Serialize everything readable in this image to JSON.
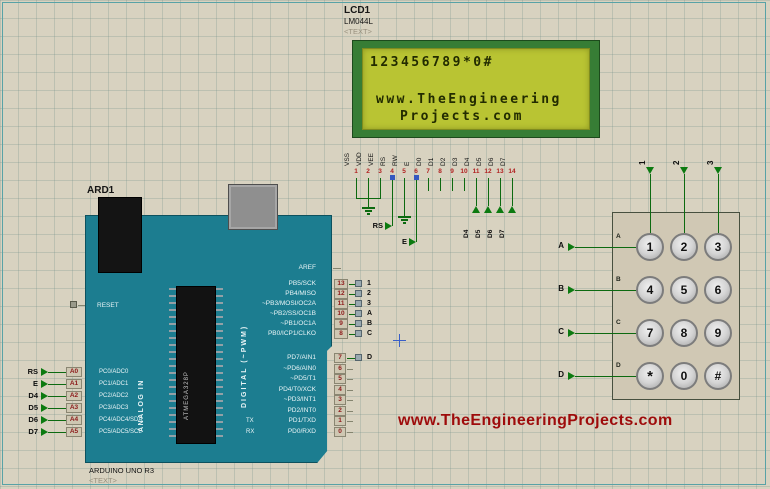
{
  "watermark": "www.TheEngineeringProjects.com",
  "lcd": {
    "ref": "LCD1",
    "part": "LM044L",
    "placeholder": "<TEXT>",
    "screen": {
      "line1": "123456789*0#",
      "line2": "www.TheEngineering",
      "line3": "Projects.com"
    },
    "net_labels": {
      "rs": "RS",
      "e": "E",
      "d4": "D4",
      "d5": "D5",
      "d6": "D6",
      "d7": "D7"
    },
    "pins": [
      {
        "num": "1",
        "name": "VSS"
      },
      {
        "num": "2",
        "name": "VDD"
      },
      {
        "num": "3",
        "name": "VEE"
      },
      {
        "num": "4",
        "name": "RS"
      },
      {
        "num": "5",
        "name": "RW"
      },
      {
        "num": "6",
        "name": "E"
      },
      {
        "num": "7",
        "name": "D0"
      },
      {
        "num": "8",
        "name": "D1"
      },
      {
        "num": "9",
        "name": "D2"
      },
      {
        "num": "10",
        "name": "D3"
      },
      {
        "num": "11",
        "name": "D4"
      },
      {
        "num": "12",
        "name": "D5"
      },
      {
        "num": "13",
        "name": "D6"
      },
      {
        "num": "14",
        "name": "D7"
      }
    ]
  },
  "arduino": {
    "ref": "ARD1",
    "board_name": "ARDUINO UNO R3",
    "placeholder": "<TEXT>",
    "chip": "ATMEGA328P",
    "reset": "RESET",
    "aref": "AREF",
    "analog_section": "ANALOG IN",
    "digital_section": "DIGITAL (~PWM)",
    "tx": "TX",
    "rx": "RX",
    "digital_pins_upper": [
      {
        "num": "13",
        "label": "PB5/SCK",
        "term": "1"
      },
      {
        "num": "12",
        "label": "PB4/MISO",
        "term": "2"
      },
      {
        "num": "11",
        "label": "~PB3/MOSI/OC2A",
        "term": "3"
      },
      {
        "num": "10",
        "label": "~PB2/SS/OC1B",
        "term": "A"
      },
      {
        "num": "9",
        "label": "~PB1/OC1A",
        "term": "B"
      },
      {
        "num": "8",
        "label": "PB0/ICP1/CLKO",
        "term": "C"
      }
    ],
    "digital_pins_lower": [
      {
        "num": "7",
        "label": "PD7/AIN1",
        "term": "D"
      },
      {
        "num": "6",
        "label": "~PD6/AIN0"
      },
      {
        "num": "5",
        "label": "~PD5/T1"
      },
      {
        "num": "4",
        "label": "PD4/T0/XCK"
      },
      {
        "num": "3",
        "label": "~PD3/INT1"
      },
      {
        "num": "2",
        "label": "PD2/INT0"
      },
      {
        "num": "1",
        "label": "PD1/TXD"
      },
      {
        "num": "0",
        "label": "PD0/RXD"
      }
    ],
    "analog_pins": [
      {
        "num": "A0",
        "label": "PC0/ADC0",
        "net": "RS"
      },
      {
        "num": "A1",
        "label": "PC1/ADC1",
        "net": "E"
      },
      {
        "num": "A2",
        "label": "PC2/ADC2",
        "net": "D4"
      },
      {
        "num": "A3",
        "label": "PC3/ADC3",
        "net": "D5"
      },
      {
        "num": "A4",
        "label": "PC4/ADC4/SDA",
        "net": "D6"
      },
      {
        "num": "A5",
        "label": "PC5/ADC5/SCL",
        "net": "D7"
      }
    ]
  },
  "keypad": {
    "columns": [
      "1",
      "2",
      "3"
    ],
    "rows": [
      "A",
      "B",
      "C",
      "D"
    ],
    "buttons": [
      [
        "1",
        "2",
        "3"
      ],
      [
        "4",
        "5",
        "6"
      ],
      [
        "7",
        "8",
        "9"
      ],
      [
        "*",
        "0",
        "#"
      ]
    ]
  }
}
